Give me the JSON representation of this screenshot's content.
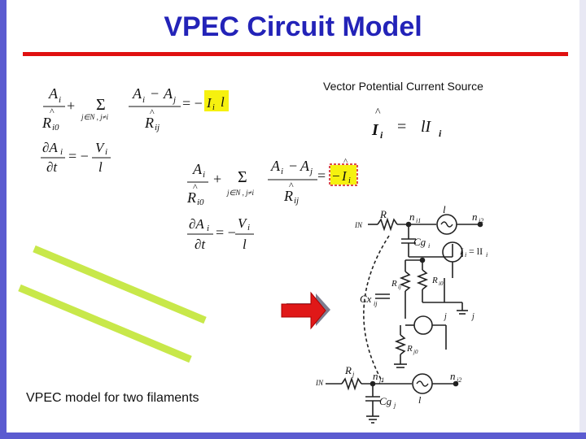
{
  "slide": {
    "title": "VPEC Circuit Model",
    "caption_top": "Vector Potential Current Source",
    "caption_bottom": "VPEC model for two filaments"
  },
  "equations": {
    "eq1_label": "A_i/R_i0 + Σ (A_i − A_j)/R_ij = −I_i l",
    "eq2_label": "∂A_i/∂t = −V_i/l",
    "eq3_label": "I_i = lI_i"
  },
  "circuit": {
    "labels": [
      "l",
      "R",
      "n_i1",
      "n_i2",
      "Cg_i",
      "I_i = lI_i",
      "R_ij",
      "R_i0",
      "Cx_ij",
      "R_j0",
      "R_j",
      "n_j1",
      "n_j2",
      "Cg_j",
      "l"
    ]
  },
  "colors": {
    "title": "#2323b8",
    "rule": "#e01010",
    "highlight": "#f6f10f",
    "stripe": "#c8e84a",
    "arrow": "#e01818",
    "frame": "#5b5bd0"
  }
}
